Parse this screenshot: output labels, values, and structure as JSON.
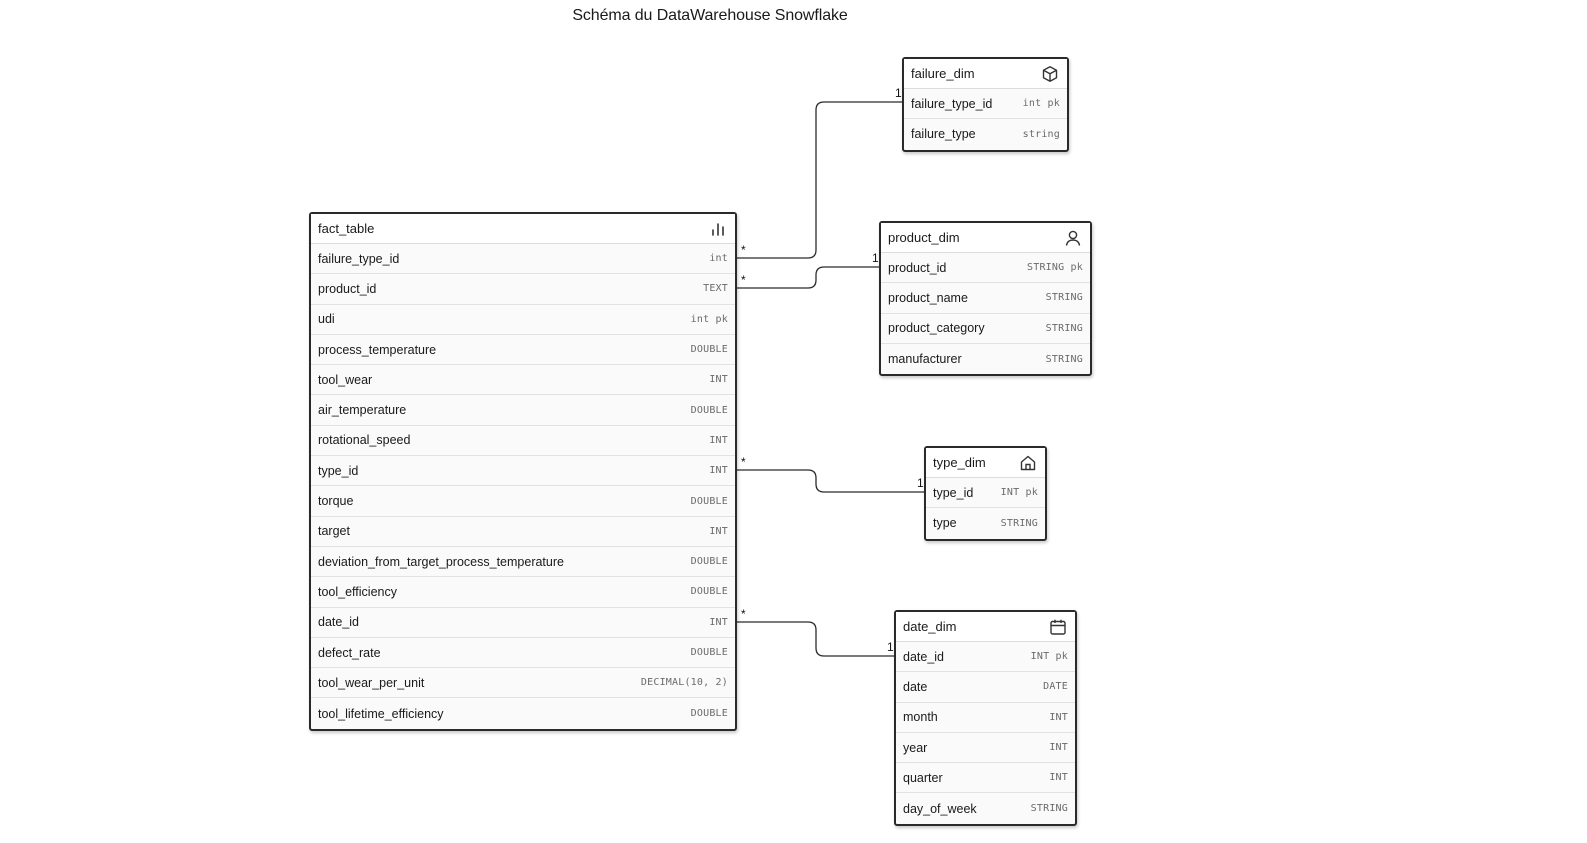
{
  "title": "Schéma du DataWarehouse Snowflake",
  "fact_table": {
    "name": "fact_table",
    "icon": "bar-chart-icon",
    "columns": [
      {
        "name": "failure_type_id",
        "type": "int"
      },
      {
        "name": "product_id",
        "type": "TEXT"
      },
      {
        "name": "udi",
        "type": "int pk"
      },
      {
        "name": "process_temperature",
        "type": "DOUBLE"
      },
      {
        "name": "tool_wear",
        "type": "INT"
      },
      {
        "name": "air_temperature",
        "type": "DOUBLE"
      },
      {
        "name": "rotational_speed",
        "type": "INT"
      },
      {
        "name": "type_id",
        "type": "INT"
      },
      {
        "name": "torque",
        "type": "DOUBLE"
      },
      {
        "name": "target",
        "type": "INT"
      },
      {
        "name": "deviation_from_target_process_temperature",
        "type": "DOUBLE"
      },
      {
        "name": "tool_efficiency",
        "type": "DOUBLE"
      },
      {
        "name": "date_id",
        "type": "INT"
      },
      {
        "name": "defect_rate",
        "type": "DOUBLE"
      },
      {
        "name": "tool_wear_per_unit",
        "type": "DECIMAL(10, 2)"
      },
      {
        "name": "tool_lifetime_efficiency",
        "type": "DOUBLE"
      }
    ]
  },
  "failure_dim": {
    "name": "failure_dim",
    "icon": "cube-icon",
    "columns": [
      {
        "name": "failure_type_id",
        "type": "int pk"
      },
      {
        "name": "failure_type",
        "type": "string"
      }
    ]
  },
  "product_dim": {
    "name": "product_dim",
    "icon": "user-icon",
    "columns": [
      {
        "name": "product_id",
        "type": "STRING pk"
      },
      {
        "name": "product_name",
        "type": "STRING"
      },
      {
        "name": "product_category",
        "type": "STRING"
      },
      {
        "name": "manufacturer",
        "type": "STRING"
      }
    ]
  },
  "type_dim": {
    "name": "type_dim",
    "icon": "home-icon",
    "columns": [
      {
        "name": "type_id",
        "type": "INT pk"
      },
      {
        "name": "type",
        "type": "STRING"
      }
    ]
  },
  "date_dim": {
    "name": "date_dim",
    "icon": "calendar-icon",
    "columns": [
      {
        "name": "date_id",
        "type": "INT pk"
      },
      {
        "name": "date",
        "type": "DATE"
      },
      {
        "name": "month",
        "type": "INT"
      },
      {
        "name": "year",
        "type": "INT"
      },
      {
        "name": "quarter",
        "type": "INT"
      },
      {
        "name": "day_of_week",
        "type": "STRING"
      }
    ]
  },
  "relationships": [
    {
      "from": "fact_table.failure_type_id",
      "to": "failure_dim.failure_type_id",
      "many": "*",
      "one": "1"
    },
    {
      "from": "fact_table.product_id",
      "to": "product_dim.product_id",
      "many": "*",
      "one": "1"
    },
    {
      "from": "fact_table.type_id",
      "to": "type_dim.type_id",
      "many": "*",
      "one": "1"
    },
    {
      "from": "fact_table.date_id",
      "to": "date_dim.date_id",
      "many": "*",
      "one": "1"
    }
  ]
}
